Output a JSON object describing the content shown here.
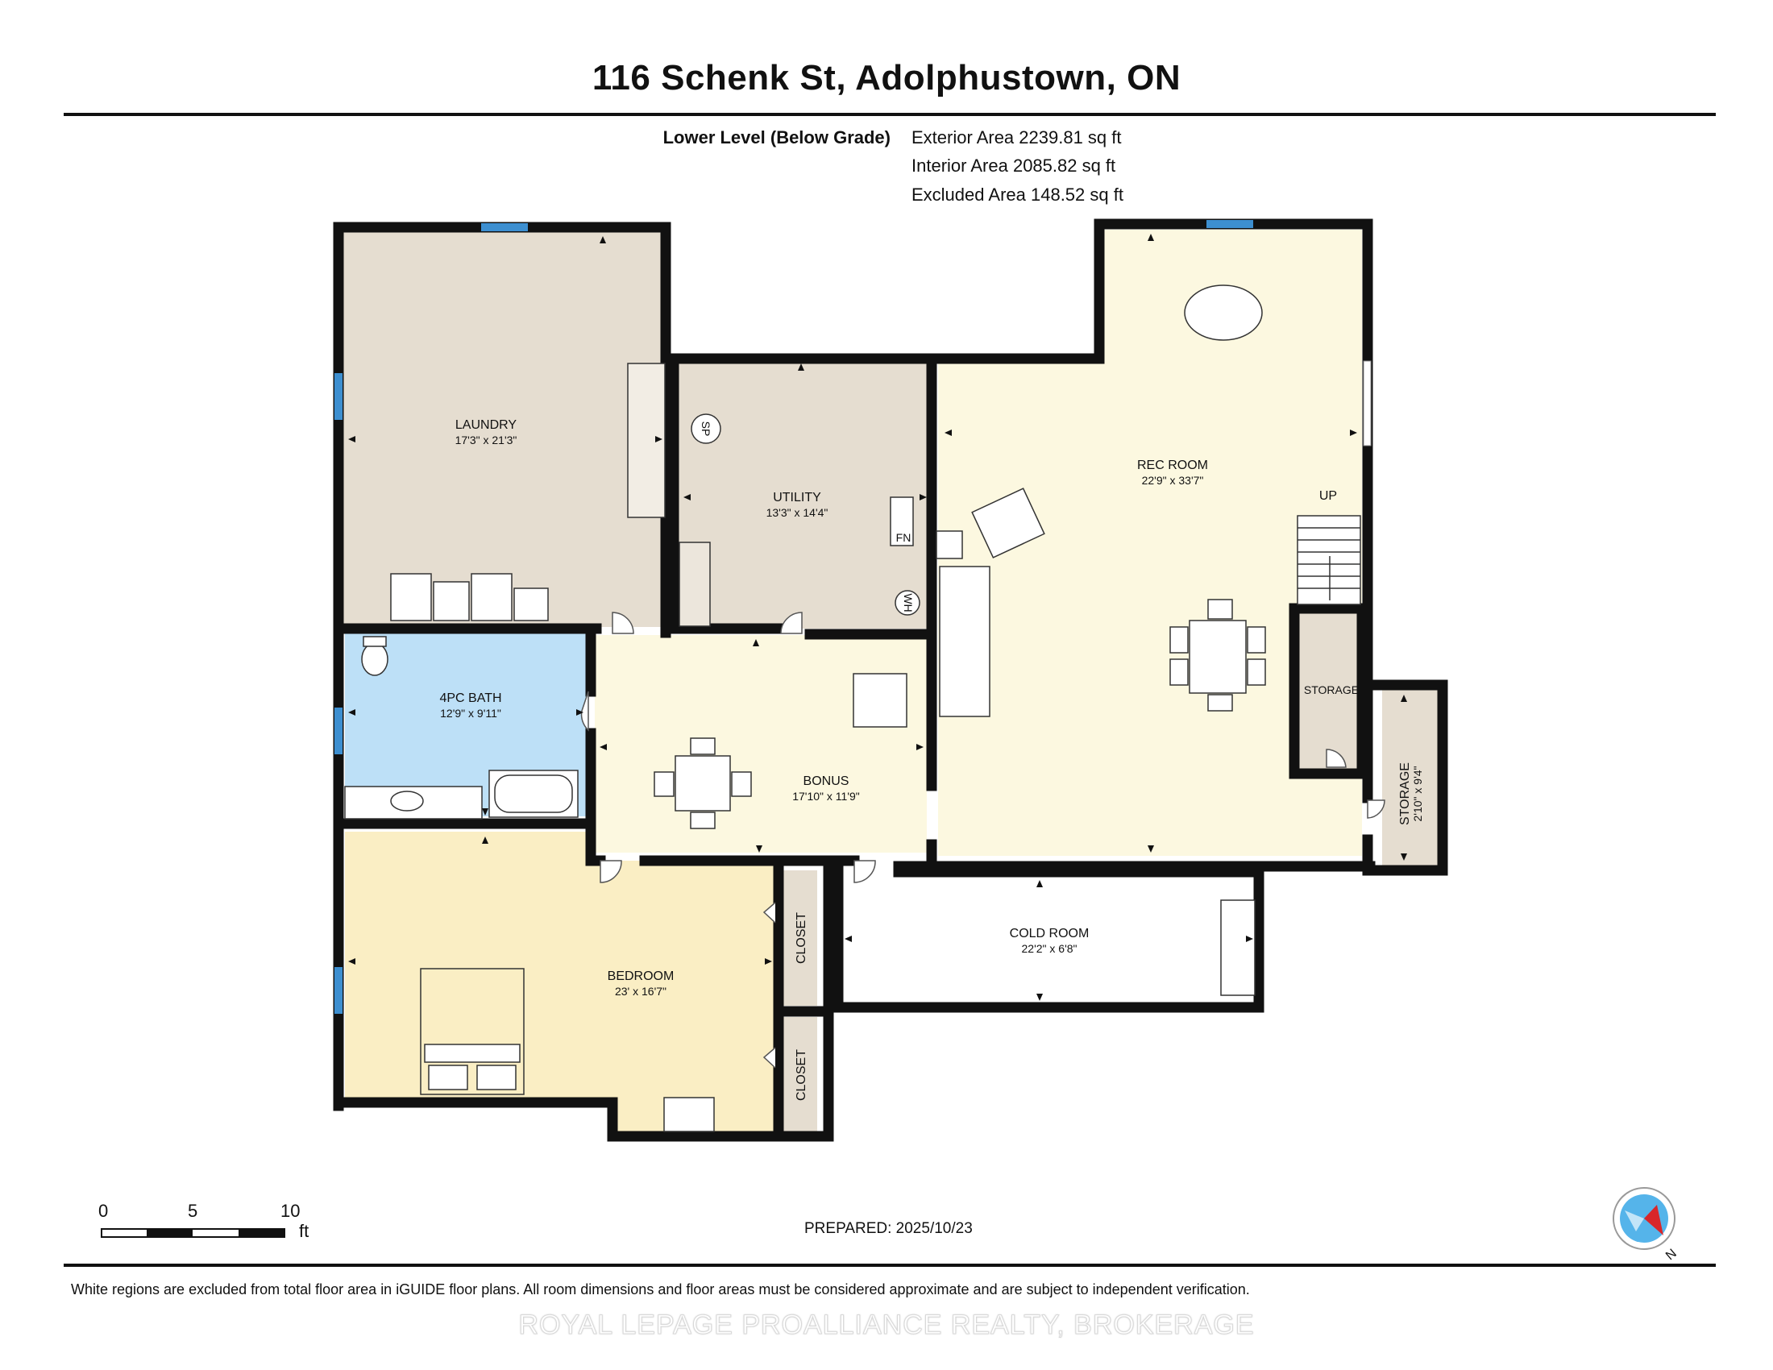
{
  "header": {
    "title": "116 Schenk St, Adolphustown, ON",
    "level_name": "Lower Level (Below Grade)",
    "exterior_area": "Exterior Area 2239.81 sq ft",
    "interior_area": "Interior Area 2085.82 sq ft",
    "excluded_area": "Excluded Area 148.52 sq ft"
  },
  "rooms": {
    "laundry": {
      "name": "LAUNDRY",
      "dims": "17'3\" x 21'3\""
    },
    "utility": {
      "name": "UTILITY",
      "dims": "13'3\" x 14'4\""
    },
    "rec_room": {
      "name": "REC ROOM",
      "dims": "22'9\" x 33'7\""
    },
    "bath": {
      "name": "4PC BATH",
      "dims": "12'9\" x 9'11\""
    },
    "bonus": {
      "name": "BONUS",
      "dims": "17'10\" x 11'9\""
    },
    "storage_small": {
      "name": "STORAGE"
    },
    "storage_side": {
      "name": "STORAGE",
      "dims": "2'10\" x 9'4\""
    },
    "bedroom": {
      "name": "BEDROOM",
      "dims": "23' x 16'7\""
    },
    "cold_room": {
      "name": "COLD ROOM",
      "dims": "22'2\" x 6'8\""
    },
    "closet_upper": {
      "name": "CLOSET"
    },
    "closet_lower": {
      "name": "CLOSET"
    }
  },
  "fixtures": {
    "up_label": "UP",
    "sump_pump": "SP",
    "furnace": "FN",
    "water_heater": "WH"
  },
  "scale": {
    "zero": "0",
    "five": "5",
    "ten": "10",
    "unit": "ft"
  },
  "compass": {
    "label": "N"
  },
  "footer": {
    "prepared": "PREPARED: 2025/10/23",
    "disclaimer": "White regions are excluded from total floor area in iGUIDE floor plans. All room dimensions and floor areas must be considered approximate and are subject to independent verification.",
    "watermark": "ROYAL LEPAGE PROALLIANCE REALTY, BROKERAGE"
  },
  "colors": {
    "laundry": "#e5ddd0",
    "utility": "#e5ddd0",
    "rec_room": "#fcf8e0",
    "bath": "#bde0f7",
    "bonus": "#fcf8e0",
    "bedroom": "#faeec4",
    "storage": "#e5ddd0",
    "closet": "#e5ddd0",
    "cold_room": "#ffffff",
    "wall": "#111111",
    "window": "#3d8fd0",
    "compass_red": "#d8262a",
    "compass_blue": "#55b4ea"
  }
}
